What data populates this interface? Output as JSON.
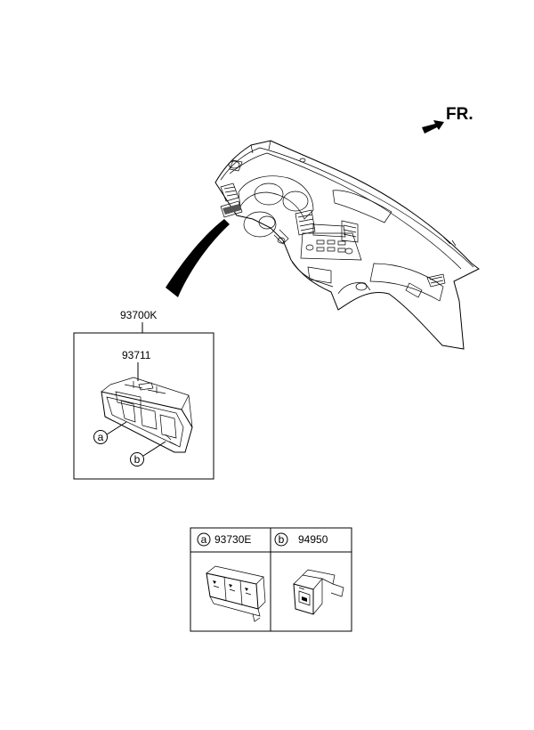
{
  "direction": {
    "label": "FR.",
    "icon": "front-direction-arrow-icon"
  },
  "assembly": {
    "part_number": "93700K"
  },
  "component": {
    "part_number": "93711"
  },
  "callouts": {
    "a": "a",
    "b": "b"
  },
  "parts_table": {
    "columns": [
      {
        "marker": "a",
        "part_number": "93730E"
      },
      {
        "marker": "b",
        "part_number": "94950"
      }
    ]
  }
}
